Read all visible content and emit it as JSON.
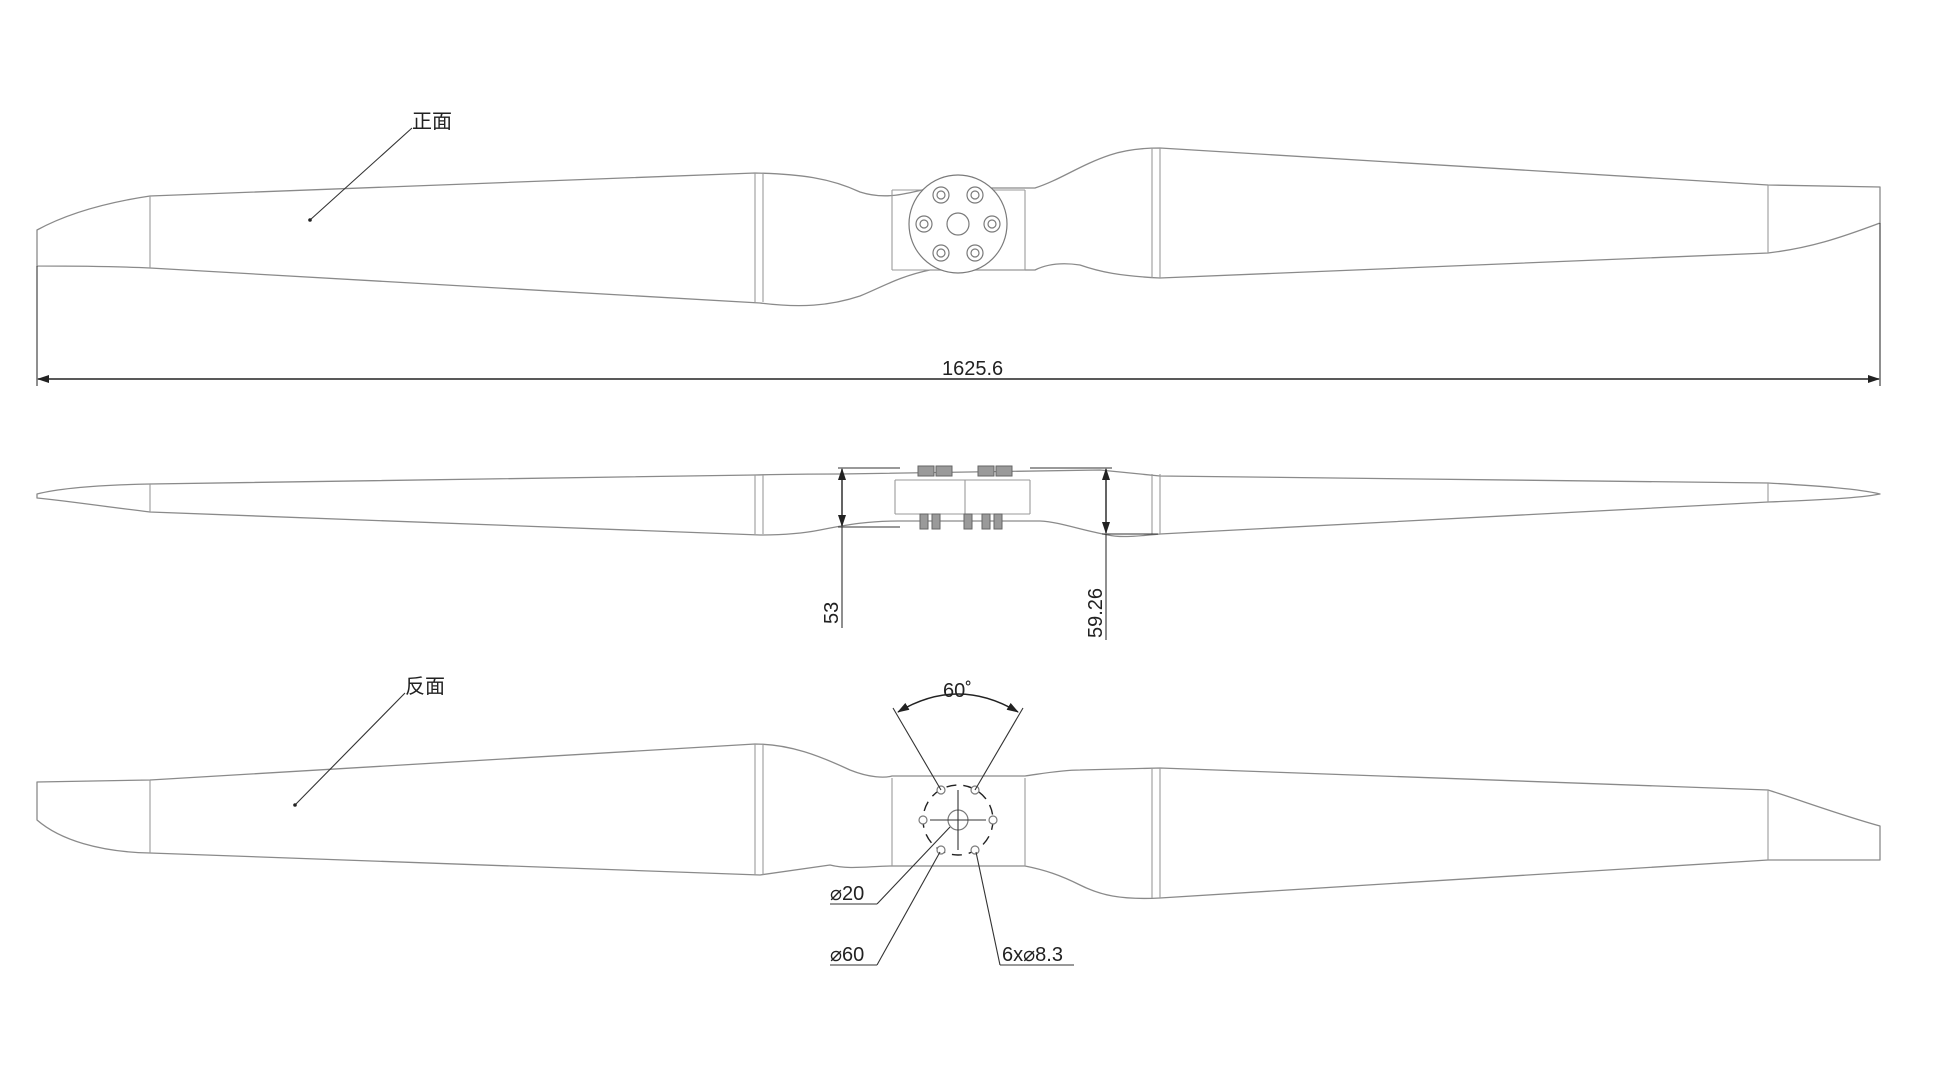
{
  "views": {
    "front_label": "正面",
    "back_label": "反面"
  },
  "dimensions": {
    "overall_length": "1625.6",
    "hub_thickness": "53",
    "tip_height": "59.26",
    "bolt_angle": "60˚",
    "shaft_hole": "⌀20",
    "bolt_circle": "⌀60",
    "bolt_holes": "6x⌀8.3"
  },
  "colors": {
    "outline": "#8a8a8a",
    "dimension_line": "#222222",
    "background": "#ffffff"
  }
}
